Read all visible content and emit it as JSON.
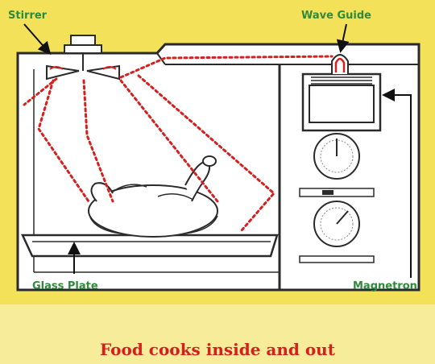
{
  "labels": {
    "stirrer": "Stirrer",
    "wave_guide": "Wave Guide",
    "glass_plate": "Glass Plate",
    "magnetron": "Magnetron"
  },
  "caption": "Food cooks inside and out",
  "colors": {
    "background": "#f3e15a",
    "oven_body": "#ffffff",
    "outline": "#2a2a2a",
    "waves": "#d62020",
    "label_text": "#2f8a3a",
    "caption_text": "#d51f1f"
  },
  "icons": [
    "stirrer-fan-icon",
    "magnetron-icon",
    "timer-dial-icon",
    "roast-turkey-icon",
    "wave-arrow-icon"
  ]
}
